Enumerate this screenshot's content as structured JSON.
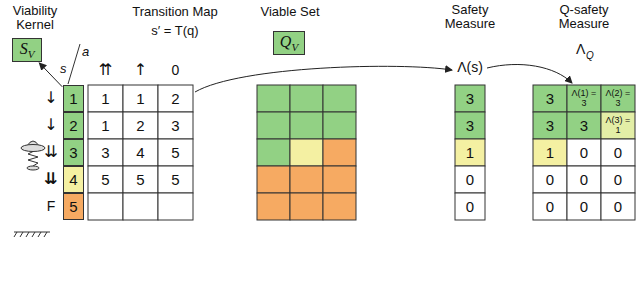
{
  "diagram": {
    "nodes": [
      {
        "text": [
          "S",
          "V"
        ]
      },
      {
        "text": [
          "Q",
          "V"
        ]
      },
      {
        "text": [
          "1"
        ]
      },
      {
        "text": [
          "2"
        ]
      },
      {
        "text": [
          "3"
        ]
      },
      {
        "text": [
          "4"
        ]
      },
      {
        "text": [
          "5"
        ]
      }
    ],
    "edges": [
      {
        "from": 2,
        "to": 0,
        "arrow": "to"
      }
    ],
    "labels": [
      "Viability Kernel",
      "Transition Map",
      "s′ = T(q)",
      "Viable Set",
      "Safety Measure",
      "Λ(s)",
      "Q-safety Measure",
      "Λ",
      "Q",
      "s",
      "a",
      "↓",
      "↓",
      "⇊",
      "⇊",
      "F",
      "⇈",
      "↑",
      "0",
      "1",
      "1",
      "2",
      "1",
      "2",
      "3",
      "3",
      "4",
      "5",
      "5",
      "5",
      "5",
      "3",
      "3",
      "1",
      "0",
      "0",
      "3",
      "Λ(1) = 3",
      "Λ(2) = 3",
      "3",
      "3",
      "Λ(3) = 1",
      "1",
      "0",
      "0",
      "0",
      "0",
      "0",
      "0",
      "0",
      "0"
    ]
  }
}
